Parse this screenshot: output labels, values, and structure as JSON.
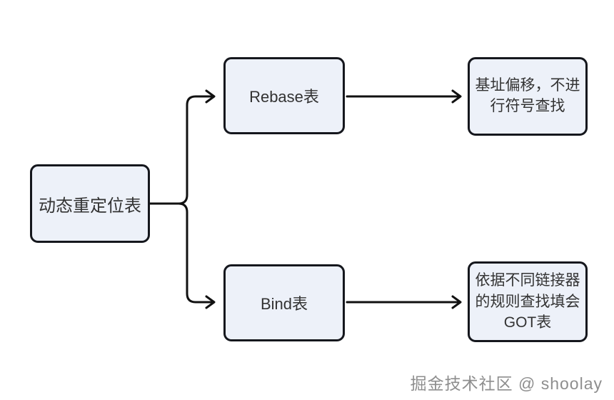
{
  "diagram": {
    "nodes": {
      "root": {
        "label": "动态重定位表"
      },
      "rebase": {
        "label": "Rebase表"
      },
      "bind": {
        "label": "Bind表"
      },
      "rebase_result": {
        "label": "基址偏移，不进\n行符号查找"
      },
      "bind_result": {
        "label": "依据不同链接器\n的规则查找填会\nGOT表"
      }
    },
    "watermark": {
      "text": "掘金技术社区 @ shoolay"
    },
    "colors": {
      "background": "#ffffff",
      "node_fill": "#edf1f9",
      "node_border": "#15171d",
      "node_text": "#333333",
      "connector": "#111111",
      "watermark_text": "#8e8e8e"
    }
  }
}
